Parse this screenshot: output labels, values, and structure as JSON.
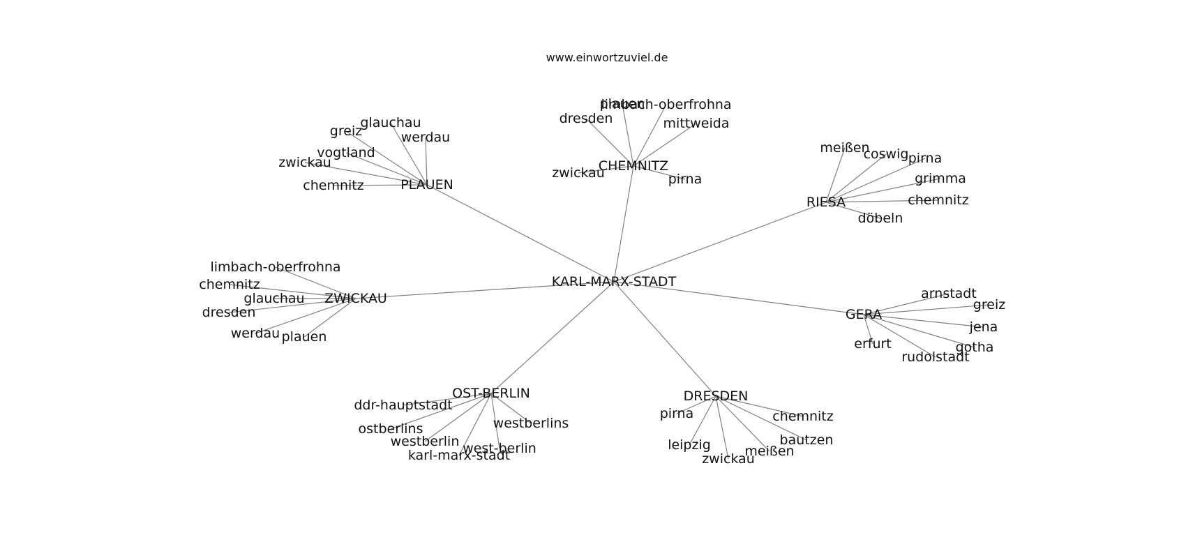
{
  "source": "www.einwortzuviel.de",
  "root": "KARL-MARX-STADT",
  "edge_color": "#808080",
  "groups": [
    {
      "name": "PLAUEN",
      "children": [
        "chemnitz",
        "zwickau",
        "vogtland",
        "greiz",
        "glauchau",
        "werdau"
      ]
    },
    {
      "name": "CHEMNITZ",
      "children": [
        "zwickau",
        "dresden",
        "plauen",
        "limbach-oberfrohna",
        "mittweida",
        "pirna"
      ]
    },
    {
      "name": "RIESA",
      "children": [
        "meißen",
        "coswig",
        "pirna",
        "grimma",
        "chemnitz",
        "döbeln"
      ]
    },
    {
      "name": "ZWICKAU",
      "children": [
        "limbach-oberfrohna",
        "chemnitz",
        "glauchau",
        "dresden",
        "werdau",
        "plauen"
      ]
    },
    {
      "name": "GERA",
      "children": [
        "arnstadt",
        "greiz",
        "jena",
        "gotha",
        "rudolstadt",
        "erfurt"
      ]
    },
    {
      "name": "OST-BERLIN",
      "children": [
        "ddr-hauptstadt",
        "ostberlins",
        "westberlin",
        "karl-marx-stadt",
        "west-berlin",
        "westberlins"
      ]
    },
    {
      "name": "DRESDEN",
      "children": [
        "pirna",
        "leipzig",
        "zwickau",
        "meißen",
        "bautzen",
        "chemnitz"
      ]
    }
  ]
}
